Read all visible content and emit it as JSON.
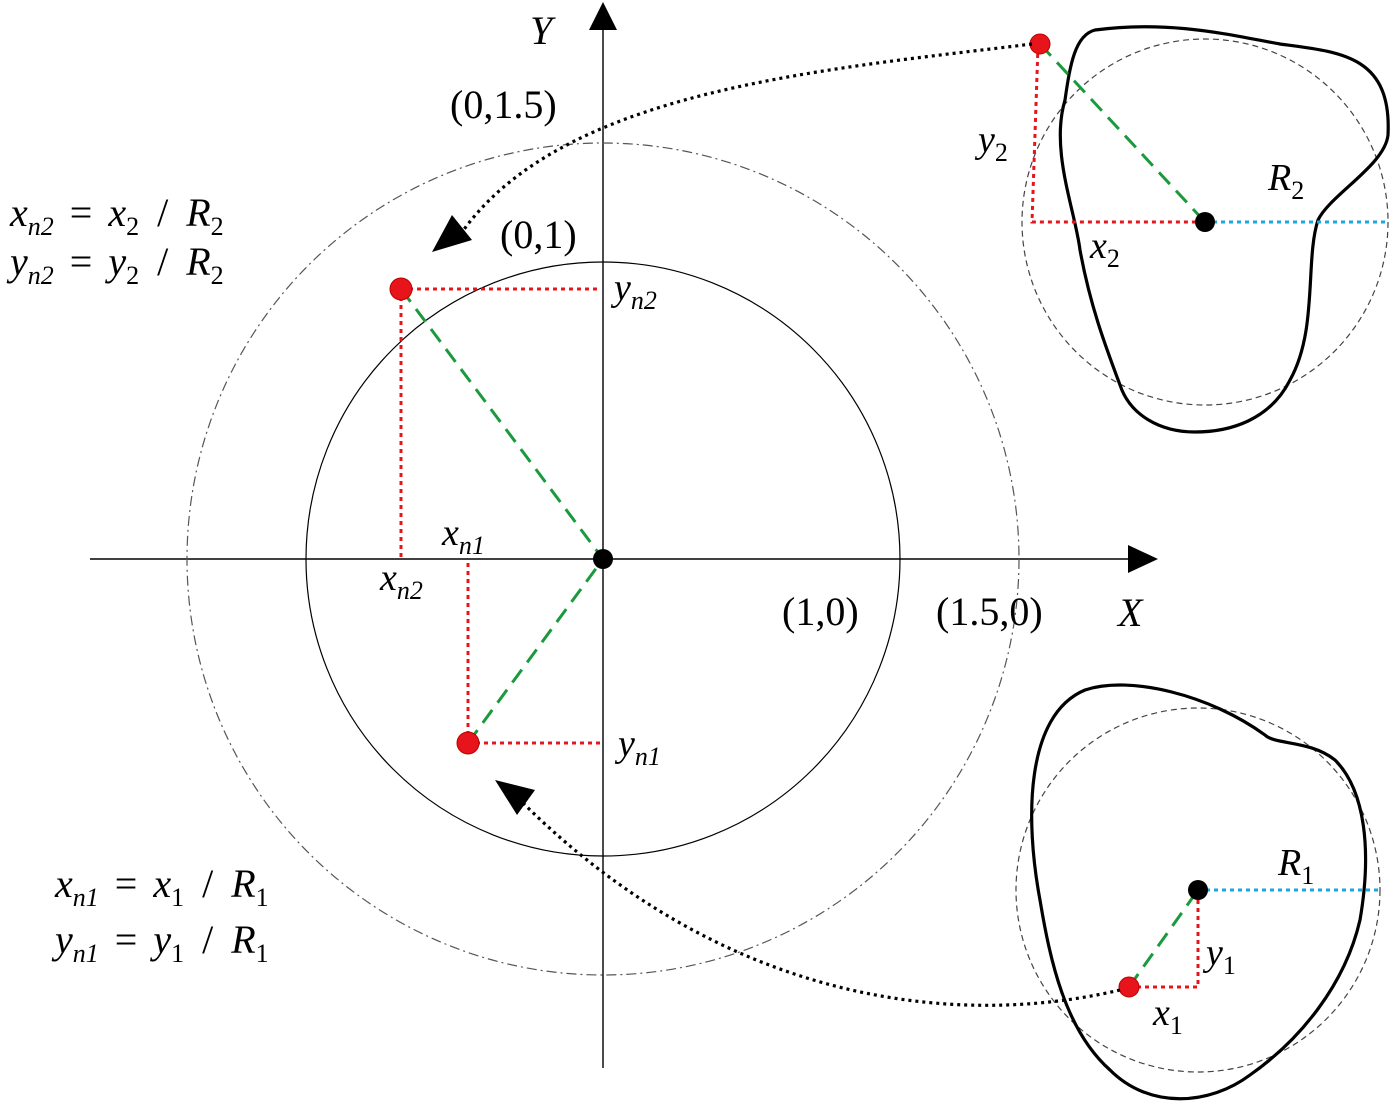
{
  "axes": {
    "x_label": "X",
    "y_label": "Y"
  },
  "points": {
    "p15y": "(0,1.5)",
    "p1y": "(0,1)",
    "p1x": "(1,0)",
    "p15x": "(1.5,0)"
  },
  "equations": {
    "eq_top": [
      {
        "lhs": "x",
        "lhs_sub": "n2",
        "rhs": "x",
        "rhs_sub": "2",
        "den": "R",
        "den_sub": "2"
      },
      {
        "lhs": "y",
        "lhs_sub": "n2",
        "rhs": "y",
        "rhs_sub": "2",
        "den": "R",
        "den_sub": "2"
      }
    ],
    "eq_bottom": [
      {
        "lhs": "x",
        "lhs_sub": "n1",
        "rhs": "x",
        "rhs_sub": "1",
        "den": "R",
        "den_sub": "1"
      },
      {
        "lhs": "y",
        "lhs_sub": "n1",
        "rhs": "y",
        "rhs_sub": "1",
        "den": "R",
        "den_sub": "1"
      }
    ]
  },
  "labels": {
    "xn1": {
      "base": "x",
      "sub": "n1"
    },
    "xn2": {
      "base": "x",
      "sub": "n2"
    },
    "yn1": {
      "base": "y",
      "sub": "n1"
    },
    "yn2": {
      "base": "y",
      "sub": "n2"
    },
    "x1": {
      "base": "x",
      "sub": "1"
    },
    "y1": {
      "base": "y",
      "sub": "1"
    },
    "R1": {
      "base": "R",
      "sub": "1"
    },
    "x2": {
      "base": "x",
      "sub": "2"
    },
    "y2": {
      "base": "y",
      "sub": "2"
    },
    "R2": {
      "base": "R",
      "sub": "2"
    }
  },
  "operators": {
    "equals": "=",
    "divide": "/"
  },
  "colors": {
    "point": "#e8141b",
    "projection": "#e8141b",
    "radius_line": "#1a9a3c",
    "reference_radius": "#1aa7d9",
    "outline": "#000000"
  }
}
